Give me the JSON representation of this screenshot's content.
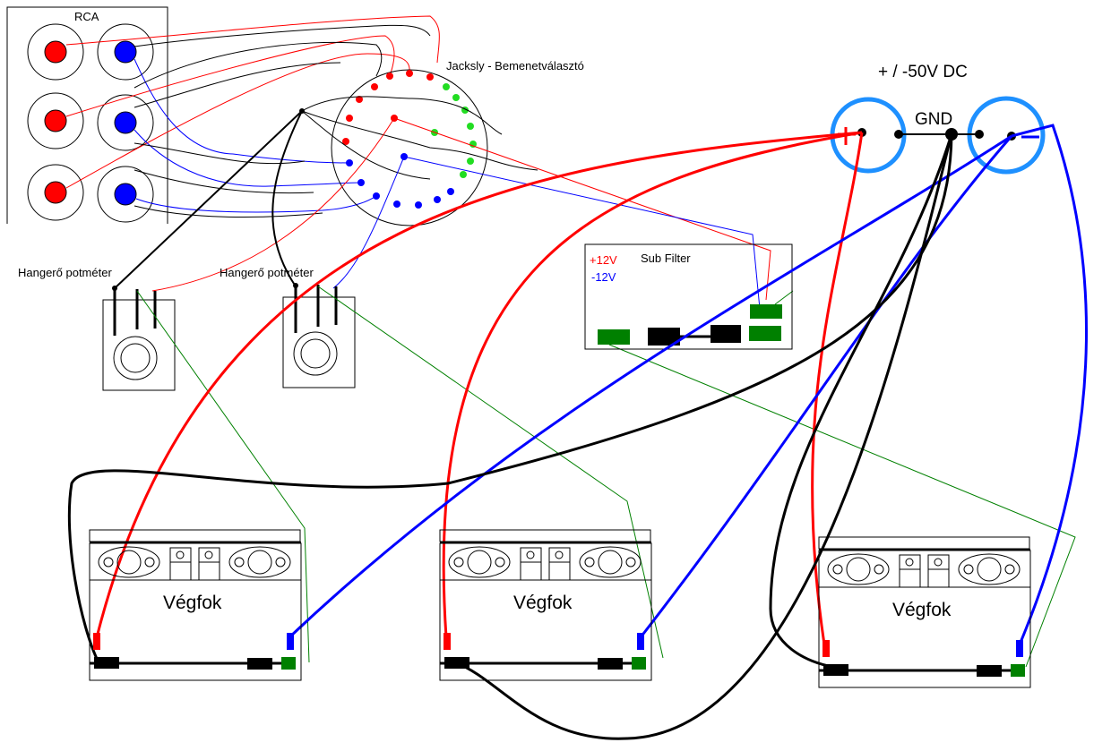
{
  "title": "Audio amplifier wiring diagram",
  "colors": {
    "positive": "#ff0000",
    "negative": "#0000ff",
    "ground": "#000000",
    "signal": "#008000",
    "capacitor": "#1e90ff",
    "green_dot": "#22dd22"
  },
  "rca_panel": {
    "label": "RCA",
    "jacks": [
      {
        "row": 1,
        "left": "red",
        "right": "blue"
      },
      {
        "row": 2,
        "left": "red",
        "right": "blue"
      },
      {
        "row": 3,
        "left": "red",
        "right": "blue"
      }
    ]
  },
  "selector": {
    "label": "Jacksly - Bemenetválasztó"
  },
  "pots": [
    {
      "label": "Hangerő potméter"
    },
    {
      "label": "Hangerő potméter"
    }
  ],
  "power_supply": {
    "label": "+ / -50V DC",
    "gnd_label": "GND",
    "plus_sign": "+",
    "minus_sign": "−"
  },
  "sub_filter": {
    "label": "Sub Filter",
    "plus": "+12V",
    "minus": "-12V"
  },
  "amplifiers": [
    {
      "label": "Végfok"
    },
    {
      "label": "Végfok"
    },
    {
      "label": "Végfok"
    }
  ]
}
